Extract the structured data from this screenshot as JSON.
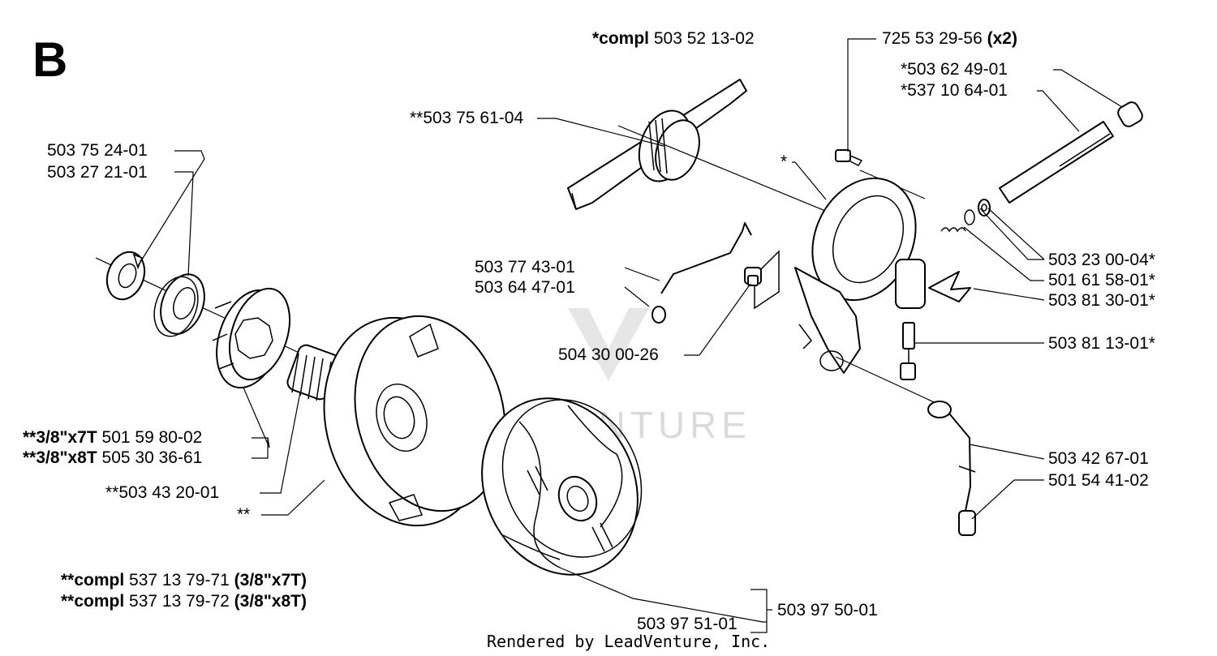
{
  "section_letter": "B",
  "footer": "Rendered by LeadVenture, Inc.",
  "watermark": "LEADVENTURE",
  "labels": {
    "compl_top_prefix": "*compl",
    "compl_top_num": " 503 52 13-02",
    "screw_num": "725 53 29-56 ",
    "screw_qty": "(x2)",
    "cap_a": "*503 62 49-01",
    "shaft_b": "*537 10 64-01",
    "washer_part": "**503 75 61-04",
    "star": "*",
    "ring_a": "503 75 24-01",
    "ring_b": "503 27 21-01",
    "wire_a": "503 77 43-01",
    "wire_b": "503 64 47-01",
    "plug": "504 30 00-26",
    "washers_r": "503 23 00-04*",
    "spring_r": "501 61 58-01*",
    "bracket_r": "503 81 30-01*",
    "screw_r": "503 81 13-01*",
    "sprocket_7_prefix": "**3/8\"x7T",
    "sprocket_7_num": " 501 59 80-02",
    "sprocket_8_prefix": "**3/8\"x8T",
    "sprocket_8_num": " 505 30 36-61",
    "bearing": "**503 43 20-01",
    "drum": "**",
    "hose_a": "503 42 67-01",
    "hose_b": "501 54 41-02",
    "compl_7_prefix": "**compl",
    "compl_7_num": " 537 13 79-71 ",
    "compl_7_suffix": "(3/8\"x7T)",
    "compl_8_prefix": "**compl",
    "compl_8_num": " 537 13 79-72 ",
    "compl_8_suffix": "(3/8\"x8T)",
    "spring_clutch": "503 97 51-01",
    "clutch_assy": "503 97 50-01"
  }
}
